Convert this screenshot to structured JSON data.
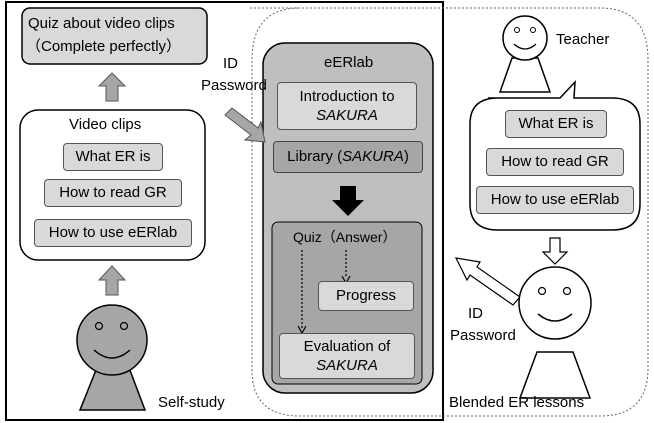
{
  "self_study": {
    "quiz_title": "Quiz about video clips",
    "quiz_sub": "（Complete perfectly）",
    "clips_title": "Video clips",
    "clips": [
      "What ER is",
      "How to read GR",
      "How to use eERlab"
    ],
    "person_label": "Self-study",
    "id_label": "ID",
    "password_label": "Password"
  },
  "eerlab": {
    "title": "eERlab",
    "intro_line1": "Introduction to",
    "intro_line2": "SAKURA",
    "library_prefix": "Library (",
    "library_em": "SAKURA",
    "library_suffix": ")",
    "quiz": "Quiz（Answer）",
    "progress": "Progress",
    "eval_line1": "Evaluation of",
    "eval_line2": "SAKURA"
  },
  "blended": {
    "teacher_label": "Teacher",
    "items": [
      "What ER is",
      "How to read GR",
      "How to use eERlab"
    ],
    "id_label": "ID",
    "password_label": "Password",
    "footer_label": "Blended ER lessons"
  },
  "colors": {
    "light_box": "#d9d9d9",
    "mid_box": "#a6a6a6",
    "dark_panel": "#bfbfbf",
    "arrow_gray": "#a6a6a6"
  }
}
